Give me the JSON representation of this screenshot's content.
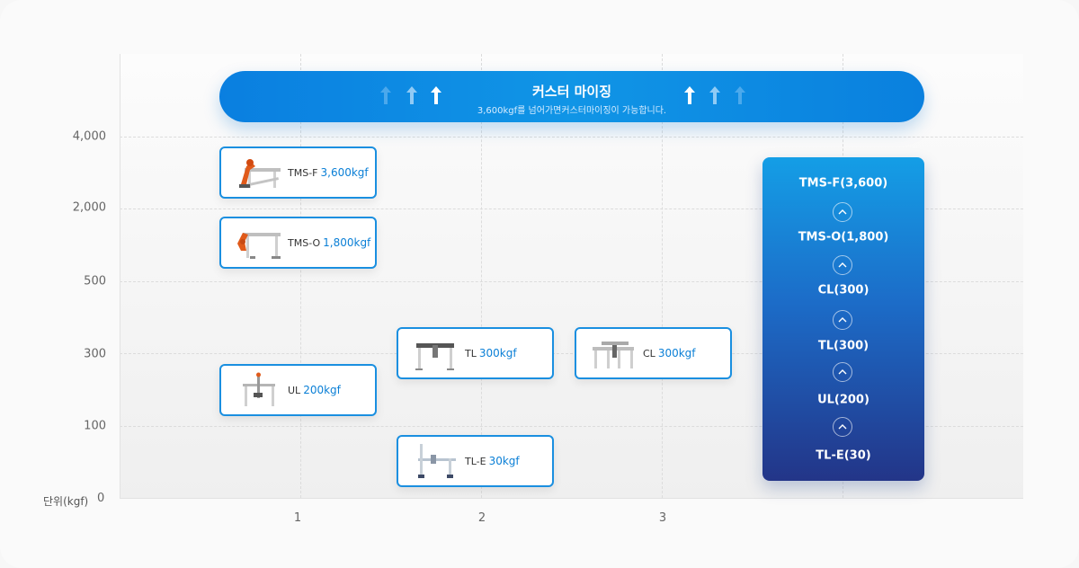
{
  "chart_data": {
    "type": "scatter",
    "ylabel": "단위(kgf)",
    "y_ticks": [
      "4,000",
      "2,000",
      "500",
      "300",
      "100",
      "0"
    ],
    "x_ticks": [
      "1",
      "2",
      "3"
    ],
    "grid": true,
    "points": [
      {
        "model": "TMS-F",
        "weight": "3,600kgf",
        "x": 1,
        "y": 3600
      },
      {
        "model": "TMS-O",
        "weight": "1,800kgf",
        "x": 1,
        "y": 1800
      },
      {
        "model": "UL",
        "weight": "200kgf",
        "x": 1,
        "y": 200
      },
      {
        "model": "TL",
        "weight": "300kgf",
        "x": 2,
        "y": 300
      },
      {
        "model": "TL-E",
        "weight": "30kgf",
        "x": 2,
        "y": 30
      },
      {
        "model": "CL",
        "weight": "300kgf",
        "x": 3,
        "y": 300
      }
    ]
  },
  "banner": {
    "title": "커스터 마이징",
    "subtitle": "3,600kgf를 넘어가면커스터마이징이 가능합니다."
  },
  "ranking": [
    "TMS-F(3,600)",
    "TMS-O(1,800)",
    "CL(300)",
    "TL(300)",
    "UL(200)",
    "TL-E(30)"
  ],
  "colors": {
    "accent": "#1a8fe0",
    "banner": "#0a87e2",
    "panel_top": "#149ee6",
    "panel_bottom": "#233588"
  },
  "icons": {
    "banner_arrows": "up-arrow-icon",
    "ranking_separator": "chevron-up-icon"
  }
}
